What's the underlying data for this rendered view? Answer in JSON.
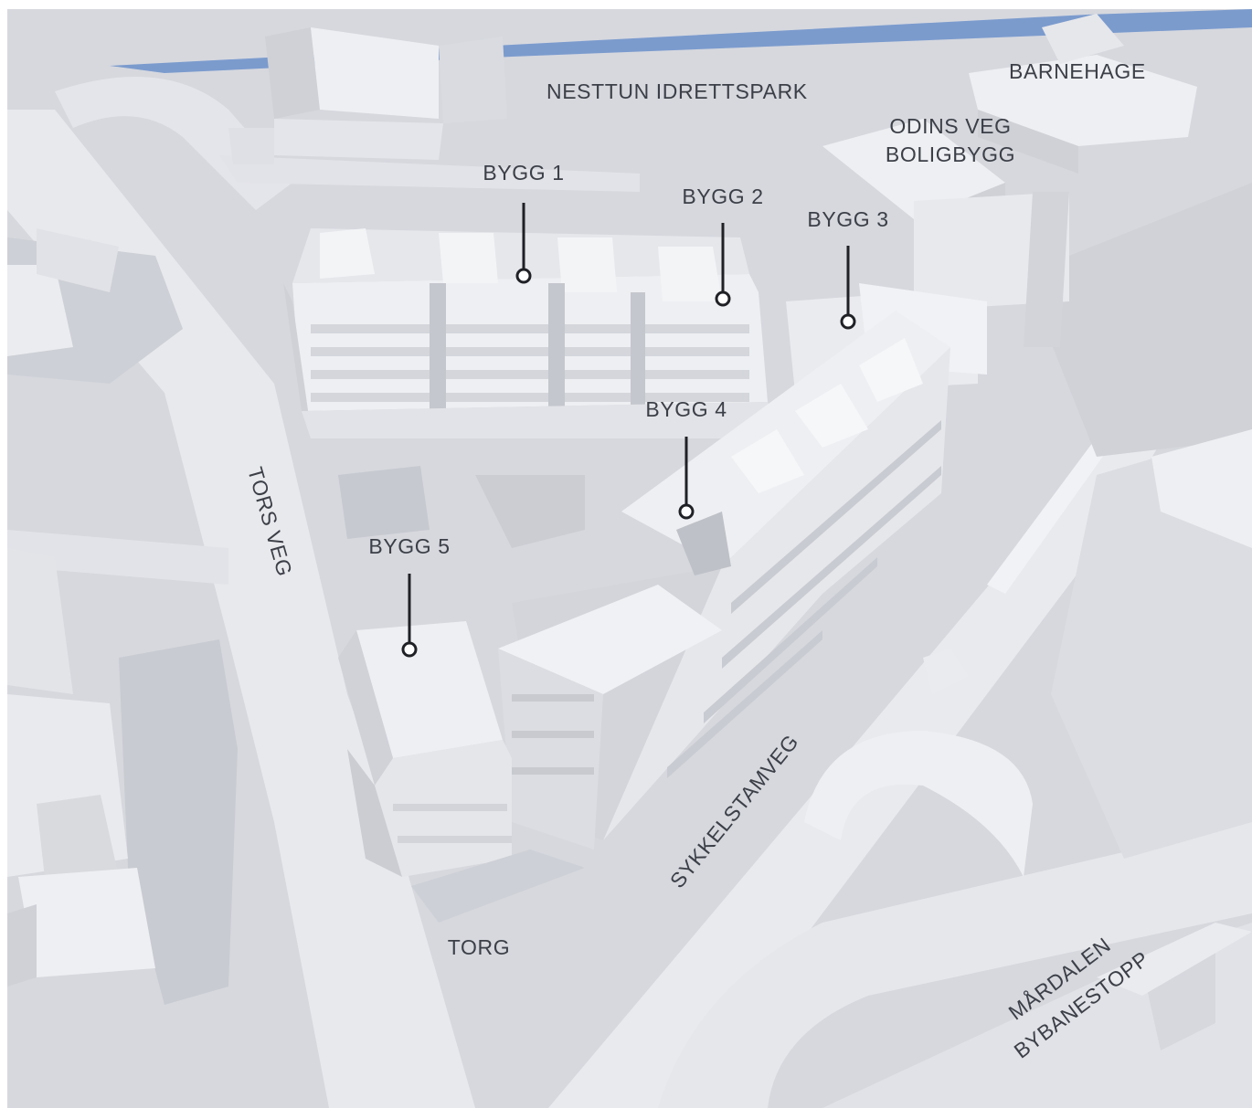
{
  "map": {
    "labels": {
      "nesttun": "NESTTUN IDRETTSPARK",
      "barnehage": "BARNEHAGE",
      "odins_line1": "ODINS VEG",
      "odins_line2": "BOLIGBYGG",
      "bygg1": "BYGG 1",
      "bygg2": "BYGG 2",
      "bygg3": "BYGG 3",
      "bygg4": "BYGG 4",
      "bygg5": "BYGG 5",
      "tors_veg": "TORS VEG",
      "sykkelstamveg": "SYKKELSTAMVEG",
      "torg": "TORG",
      "mardalen_line1": "MÅRDALEN",
      "mardalen_line2": "BYBANESTOPP"
    },
    "colors": {
      "ground": "#d6d8de",
      "road": "#e8e9ed",
      "building_top": "#eeeff2",
      "building_side": "#cfd1d7",
      "water": "#7b9bcd",
      "marker": "#1f2126",
      "text": "#3c3f47"
    }
  }
}
